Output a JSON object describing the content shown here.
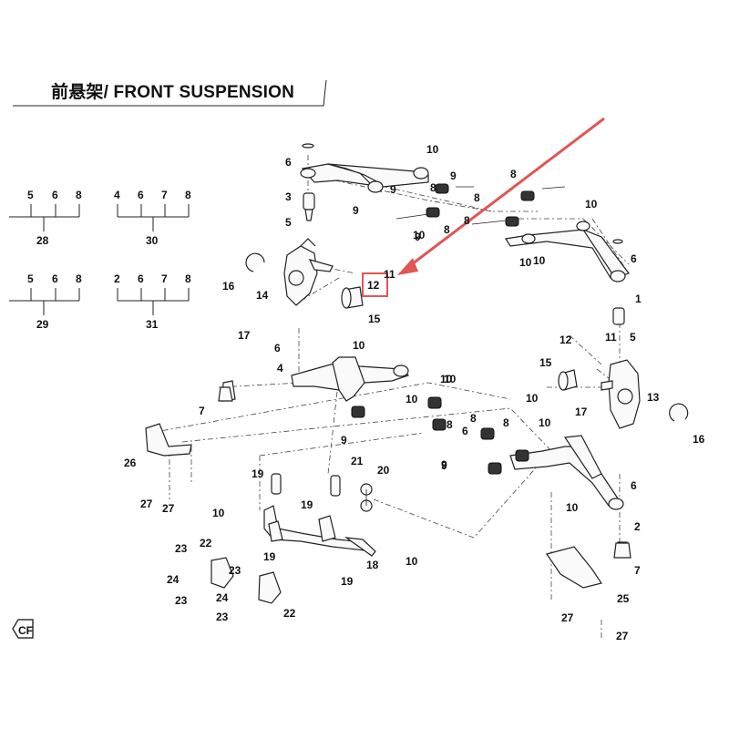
{
  "title": "前悬架/ FRONT SUSPENSION",
  "kits": [
    {
      "id": "28",
      "items": [
        "5",
        "6",
        "8"
      ]
    },
    {
      "id": "30",
      "items": [
        "4",
        "6",
        "7",
        "8"
      ]
    },
    {
      "id": "29",
      "items": [
        "5",
        "6",
        "8"
      ]
    },
    {
      "id": "31",
      "items": [
        "2",
        "6",
        "7",
        "8"
      ]
    }
  ],
  "callouts": [
    "6",
    "3",
    "5",
    "10",
    "9",
    "8",
    "10",
    "9",
    "8",
    "9",
    "8",
    "10",
    "6",
    "10",
    "16",
    "14",
    "12",
    "11",
    "15",
    "17",
    "6",
    "4",
    "10",
    "10",
    "7",
    "10",
    "8",
    "8",
    "9",
    "9",
    "10",
    "8",
    "12",
    "11",
    "15",
    "13",
    "17",
    "10",
    "16",
    "26",
    "27",
    "27",
    "19",
    "21",
    "20",
    "10",
    "19",
    "19",
    "18",
    "10",
    "23",
    "22",
    "23",
    "24",
    "23",
    "24",
    "23",
    "22",
    "10",
    "6",
    "2",
    "7",
    "25",
    "27",
    "27",
    "1",
    "5",
    "10",
    "6",
    "9",
    "8",
    "8",
    "9",
    "10",
    "19"
  ],
  "highlight": "12",
  "arrow_color": "#e25555",
  "logo": "CF"
}
